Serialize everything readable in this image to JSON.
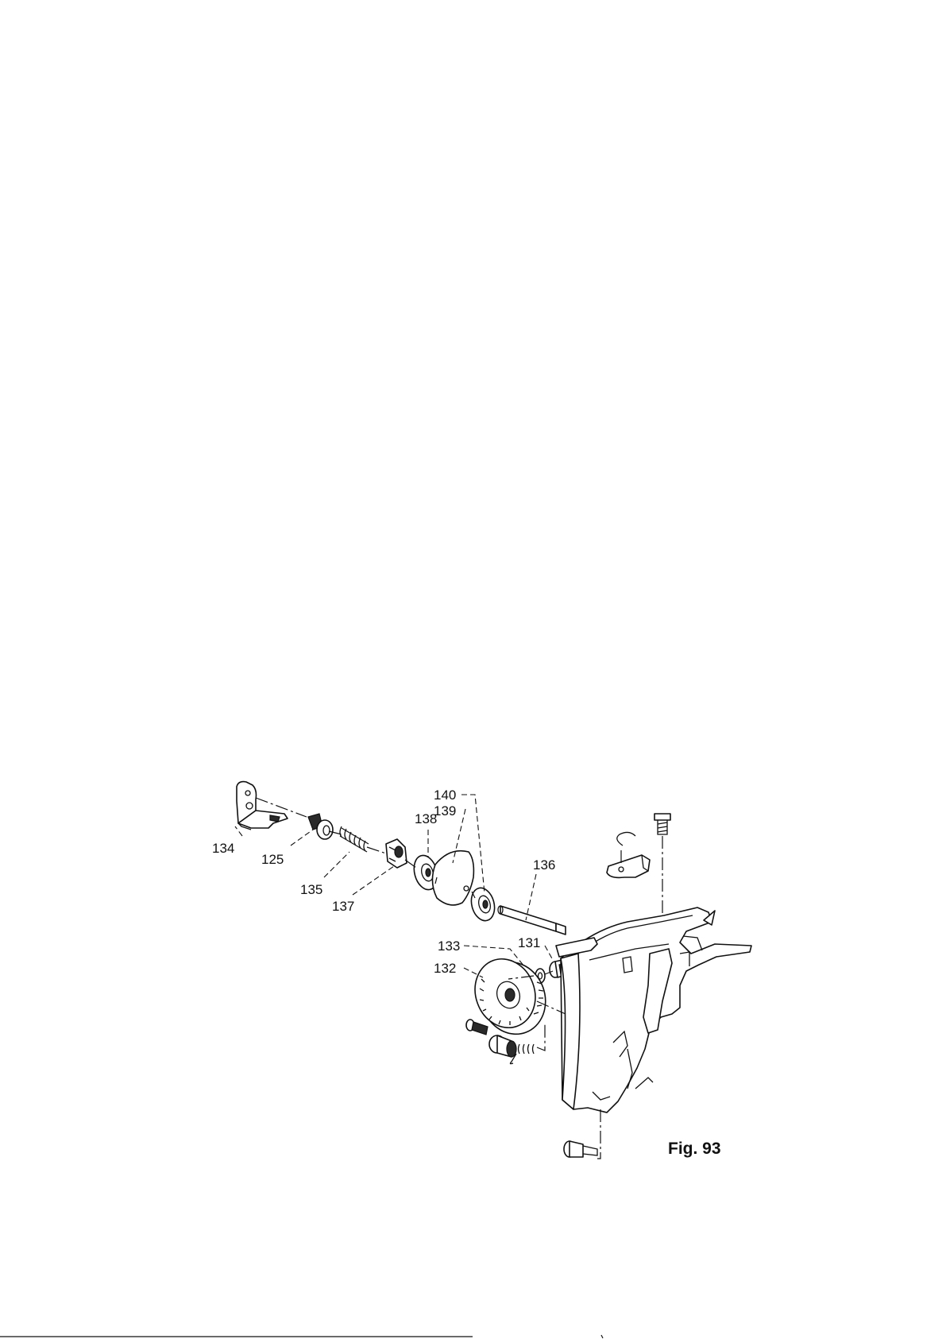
{
  "figure": {
    "caption": "Fig. 93",
    "callouts": {
      "p125": "125",
      "p131": "131",
      "p132": "132",
      "p133": "133",
      "p134": "134",
      "p135": "135",
      "p136": "136",
      "p137": "137",
      "p138": "138",
      "p139": "139",
      "p140": "140"
    }
  }
}
